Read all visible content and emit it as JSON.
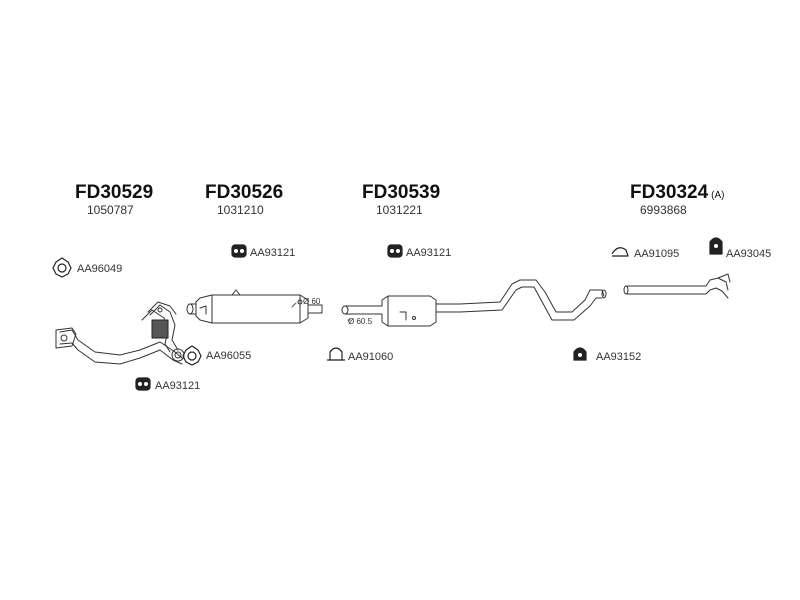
{
  "groups": [
    {
      "code": "FD30529",
      "suffix": "",
      "number": "1050787"
    },
    {
      "code": "FD30526",
      "suffix": "",
      "number": "1031210"
    },
    {
      "code": "FD30539",
      "suffix": "",
      "number": "1031221"
    },
    {
      "code": "FD30324",
      "suffix": "(A)",
      "number": "6993868"
    }
  ],
  "parts": {
    "aa96049": "AA96049",
    "aa96055": "AA96055",
    "aa93121_a": "AA93121",
    "aa93121_b": "AA93121",
    "aa93121_c": "AA93121",
    "aa91060": "AA91060",
    "aa91095": "AA91095",
    "aa93045": "AA93045",
    "aa93152": "AA93152"
  },
  "dimensions": {
    "d60": "Ø 60",
    "d605": "Ø 60.5"
  }
}
